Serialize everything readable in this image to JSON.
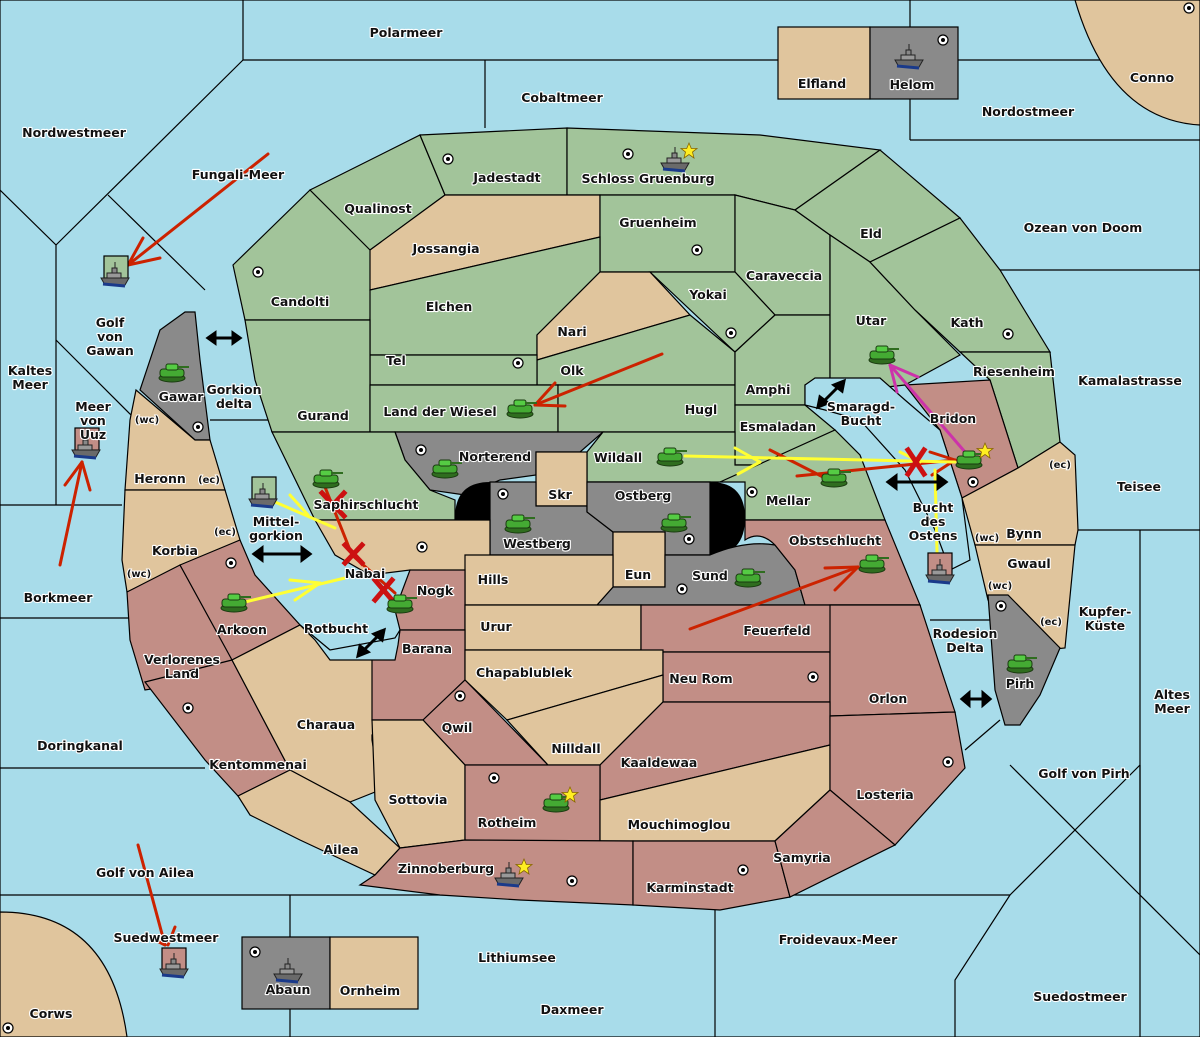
{
  "map": {
    "type": "diplomacy-style strategy map",
    "colors": {
      "sea": "#a8dcea",
      "power_green": "#a2c49a",
      "neutral_tan": "#e0c59d",
      "power_red": "#c28e86",
      "power_grey": "#8a8a8a",
      "order_red": "#cc2200",
      "order_yellow": "#ffff33",
      "order_magenta": "#cc33aa"
    },
    "seas": {
      "polarmeer": "Polarmeer",
      "cobaltmeer": "Cobaltmeer",
      "nordwestmeer": "Nordwestmeer",
      "fungali": "Fungali-Meer",
      "nordostmeer": "Nordostmeer",
      "ozean": "Ozean von Doom",
      "golf_gawan": "Golf von Gawan",
      "kaltes": "Kaltes Meer",
      "uuz": "Meer von Uuz",
      "gorkion_delta": "Gorkion delta",
      "mittelgorkion": "Mittel-gorkion",
      "rotbucht": "Rotbucht",
      "smaragd": "Smaragd-Bucht",
      "bucht_ostens": "Bucht des Ostens",
      "kamalastrasse": "Kamalastrasse",
      "teisee": "Teisee",
      "kupfer": "Kupfer-Küste",
      "rodesion": "Rodesion Delta",
      "altes": "Altes Meer",
      "borkmeer": "Borkmeer",
      "doringkanal": "Doringkanal",
      "golf_ailea": "Golf von Ailea",
      "golf_pirh": "Golf von Pirh",
      "suedwestmeer": "Suedwestmeer",
      "lithiumsee": "Lithiumsee",
      "froidevaux": "Froidevaux-Meer",
      "daxmeer": "Daxmeer",
      "suedostmeer": "Suedostmeer"
    },
    "lands": {
      "elfland": "Elfland",
      "helom": "Helom",
      "conno": "Conno",
      "corws": "Corws",
      "abaun": "Abaun",
      "ornheim": "Ornheim",
      "jadestadt": "Jadestadt",
      "schloss": "Schloss Gruenburg",
      "qualinost": "Qualinost",
      "jossangia": "Jossangia",
      "gruenheim": "Gruenheim",
      "eld": "Eld",
      "candolti": "Candolti",
      "elchen": "Elchen",
      "caraveccia": "Caraveccia",
      "yokai": "Yokai",
      "nari": "Nari",
      "utar": "Utar",
      "kath": "Kath",
      "tel": "Tel",
      "olk": "Olk",
      "riesenheim": "Riesenheim",
      "gawar": "Gawar",
      "amphi": "Amphi",
      "gurand": "Gurand",
      "wiesel": "Land der Wiesel",
      "hugl": "Hugl",
      "bridon": "Bridon",
      "esmaladan": "Esmaladan",
      "heronn": "Heronn",
      "norterend": "Norterend",
      "wildall": "Wildall",
      "skr": "Skr",
      "ostberg": "Ostberg",
      "mellar": "Mellar",
      "saphirschlucht": "Saphirschlucht",
      "westberg": "Westberg",
      "bynn": "Bynn",
      "korbia": "Korbia",
      "obstschlucht": "Obstschlucht",
      "nabai": "Nabai",
      "eun": "Eun",
      "sund": "Sund",
      "gwaul": "Gwaul",
      "hills": "Hills",
      "nogk": "Nogk",
      "arkoon": "Arkoon",
      "urur": "Urur",
      "feuerfeld": "Feuerfeld",
      "barana": "Barana",
      "verlorenes": "Verlorenes Land",
      "chapablublek": "Chapablublek",
      "neurom": "Neu Rom",
      "pirh": "Pirh",
      "orlon": "Orlon",
      "charaua": "Charaua",
      "qwil": "Qwil",
      "nilldall": "Nilldall",
      "kentommenai": "Kentommenai",
      "kaaldewaa": "Kaaldewaa",
      "sottovia": "Sottovia",
      "rotheim": "Rotheim",
      "losteria": "Losteria",
      "mouchimoglou": "Mouchimoglou",
      "ailea": "Ailea",
      "samyria": "Samyria",
      "zinnoberburg": "Zinnoberburg",
      "karminstadt": "Karminstadt"
    },
    "coast_tags": {
      "wc": "(wc)",
      "ec": "(ec)"
    },
    "units": [
      {
        "type": "fleet",
        "location": "Helom",
        "owner": "grey"
      },
      {
        "type": "fleet",
        "location": "Schloss Gruenburg",
        "owner": "grey",
        "new_build": true
      },
      {
        "type": "fleet",
        "location": "Golf von Gawan",
        "owner": "green"
      },
      {
        "type": "fleet",
        "location": "Meer von Uuz",
        "owner": "red"
      },
      {
        "type": "fleet",
        "location": "Mittel-gorkion",
        "owner": "green"
      },
      {
        "type": "fleet",
        "location": "Bucht des Ostens",
        "owner": "red"
      },
      {
        "type": "fleet",
        "location": "Suedwestmeer",
        "owner": "red"
      },
      {
        "type": "fleet",
        "location": "Abaun",
        "owner": "grey"
      },
      {
        "type": "fleet",
        "location": "Zinnoberburg",
        "owner": "grey",
        "new_build": true
      },
      {
        "type": "army",
        "location": "Gawar",
        "owner": "green"
      },
      {
        "type": "army",
        "location": "Utar",
        "owner": "green"
      },
      {
        "type": "army",
        "location": "Land der Wiesel",
        "owner": "green"
      },
      {
        "type": "army",
        "location": "Norterend",
        "owner": "green"
      },
      {
        "type": "army",
        "location": "Wildall",
        "owner": "green"
      },
      {
        "type": "army",
        "location": "Mellar",
        "owner": "green"
      },
      {
        "type": "army",
        "location": "Bridon",
        "owner": "green",
        "dislodged": true
      },
      {
        "type": "army",
        "location": "Saphirschlucht",
        "owner": "green"
      },
      {
        "type": "army",
        "location": "Westberg",
        "owner": "green"
      },
      {
        "type": "army",
        "location": "Ostberg",
        "owner": "green"
      },
      {
        "type": "army",
        "location": "Sund",
        "owner": "green"
      },
      {
        "type": "army",
        "location": "Obstschlucht",
        "owner": "green"
      },
      {
        "type": "army",
        "location": "Arkoon",
        "owner": "green"
      },
      {
        "type": "army",
        "location": "Nogk",
        "owner": "green"
      },
      {
        "type": "army",
        "location": "Pirh",
        "owner": "green"
      },
      {
        "type": "army",
        "location": "Rotheim",
        "owner": "green",
        "new_build": true
      }
    ]
  }
}
